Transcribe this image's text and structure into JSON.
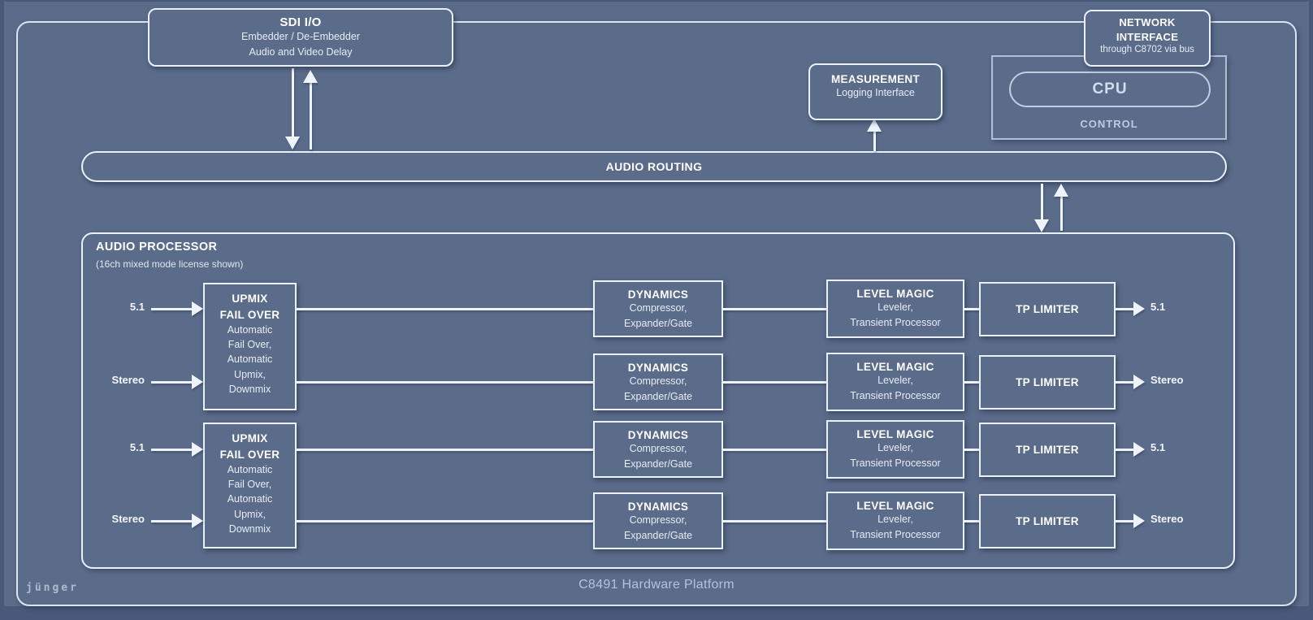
{
  "colors": {
    "background": "#5b6b8a",
    "edge_shade": "#49597a",
    "line": "#eef4fb",
    "border": "#e9f1f9",
    "dim_border": "#aebfd6",
    "dim_text": "#bccce0",
    "muted_text": "#b5c3d8"
  },
  "brand": "jünger",
  "platform_label": "C8491 Hardware Platform",
  "sdi_io": {
    "title": "SDI I/O",
    "lines": [
      "Embedder / De-Embedder",
      "Audio and Video Delay"
    ]
  },
  "network_interface": {
    "line1": "NETWORK",
    "line2": "INTERFACE",
    "subtitle": "through C8702 via bus"
  },
  "control": {
    "cpu": "CPU",
    "label": "CONTROL"
  },
  "measurement": {
    "title": "MEASUREMENT",
    "subtitle": "Logging Interface"
  },
  "audio_routing": {
    "label": "AUDIO ROUTING"
  },
  "audio_processor": {
    "title": "AUDIO PROCESSOR",
    "subtitle": "(16ch mixed mode license shown)",
    "upmix": {
      "title1": "UPMIX",
      "title2": "FAIL OVER",
      "lines": [
        "Automatic",
        "Fail Over,",
        "Automatic",
        "Upmix,",
        "Downmix"
      ]
    },
    "dynamics": {
      "title": "DYNAMICS",
      "lines": [
        "Compressor,",
        "Expander/Gate"
      ]
    },
    "level_magic": {
      "title": "LEVEL MAGIC",
      "lines": [
        "Leveler,",
        "Transient Processor"
      ]
    },
    "tp_limiter": {
      "title": "TP LIMITER"
    },
    "chains": [
      {
        "input": "5.1",
        "output": "5.1"
      },
      {
        "input": "Stereo",
        "output": "Stereo"
      },
      {
        "input": "5.1",
        "output": "5.1"
      },
      {
        "input": "Stereo",
        "output": "Stereo"
      }
    ]
  }
}
